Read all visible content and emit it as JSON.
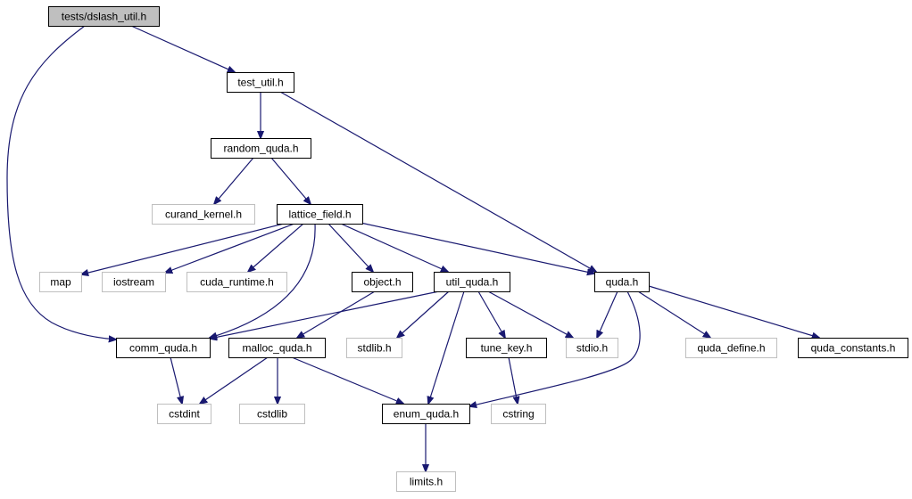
{
  "nodes": [
    {
      "id": "dslash_util",
      "label": "tests/dslash_util.h",
      "style": "root"
    },
    {
      "id": "test_util",
      "label": "test_util.h",
      "style": "normal"
    },
    {
      "id": "random_quda",
      "label": "random_quda.h",
      "style": "normal"
    },
    {
      "id": "curand_kernel",
      "label": "curand_kernel.h",
      "style": "external"
    },
    {
      "id": "lattice_field",
      "label": "lattice_field.h",
      "style": "normal"
    },
    {
      "id": "map",
      "label": "map",
      "style": "external"
    },
    {
      "id": "iostream",
      "label": "iostream",
      "style": "external"
    },
    {
      "id": "cuda_runtime",
      "label": "cuda_runtime.h",
      "style": "external"
    },
    {
      "id": "object",
      "label": "object.h",
      "style": "normal"
    },
    {
      "id": "util_quda",
      "label": "util_quda.h",
      "style": "normal"
    },
    {
      "id": "quda",
      "label": "quda.h",
      "style": "normal"
    },
    {
      "id": "comm_quda",
      "label": "comm_quda.h",
      "style": "normal"
    },
    {
      "id": "malloc_quda",
      "label": "malloc_quda.h",
      "style": "normal"
    },
    {
      "id": "stdlib",
      "label": "stdlib.h",
      "style": "external"
    },
    {
      "id": "tune_key",
      "label": "tune_key.h",
      "style": "normal"
    },
    {
      "id": "stdio",
      "label": "stdio.h",
      "style": "external"
    },
    {
      "id": "quda_define",
      "label": "quda_define.h",
      "style": "external"
    },
    {
      "id": "quda_constants",
      "label": "quda_constants.h",
      "style": "normal"
    },
    {
      "id": "cstdint",
      "label": "cstdint",
      "style": "external"
    },
    {
      "id": "cstdlib",
      "label": "cstdlib",
      "style": "external"
    },
    {
      "id": "enum_quda",
      "label": "enum_quda.h",
      "style": "normal"
    },
    {
      "id": "cstring",
      "label": "cstring",
      "style": "external"
    },
    {
      "id": "limits",
      "label": "limits.h",
      "style": "external"
    }
  ],
  "edges": [
    {
      "from": "dslash_util",
      "to": "test_util"
    },
    {
      "from": "dslash_util",
      "to": "comm_quda"
    },
    {
      "from": "test_util",
      "to": "random_quda"
    },
    {
      "from": "test_util",
      "to": "quda"
    },
    {
      "from": "random_quda",
      "to": "curand_kernel"
    },
    {
      "from": "random_quda",
      "to": "lattice_field"
    },
    {
      "from": "lattice_field",
      "to": "map"
    },
    {
      "from": "lattice_field",
      "to": "iostream"
    },
    {
      "from": "lattice_field",
      "to": "cuda_runtime"
    },
    {
      "from": "lattice_field",
      "to": "object"
    },
    {
      "from": "lattice_field",
      "to": "util_quda"
    },
    {
      "from": "lattice_field",
      "to": "quda"
    },
    {
      "from": "lattice_field",
      "to": "comm_quda"
    },
    {
      "from": "object",
      "to": "malloc_quda"
    },
    {
      "from": "util_quda",
      "to": "comm_quda"
    },
    {
      "from": "util_quda",
      "to": "stdlib"
    },
    {
      "from": "util_quda",
      "to": "enum_quda"
    },
    {
      "from": "util_quda",
      "to": "tune_key"
    },
    {
      "from": "util_quda",
      "to": "stdio"
    },
    {
      "from": "quda",
      "to": "stdio"
    },
    {
      "from": "quda",
      "to": "enum_quda"
    },
    {
      "from": "quda",
      "to": "quda_define"
    },
    {
      "from": "quda",
      "to": "quda_constants"
    },
    {
      "from": "comm_quda",
      "to": "cstdint"
    },
    {
      "from": "malloc_quda",
      "to": "cstdint"
    },
    {
      "from": "malloc_quda",
      "to": "cstdlib"
    },
    {
      "from": "malloc_quda",
      "to": "enum_quda"
    },
    {
      "from": "tune_key",
      "to": "cstring"
    },
    {
      "from": "enum_quda",
      "to": "limits"
    }
  ],
  "colors": {
    "edge": "#191970",
    "normal_border": "#000000",
    "external_border": "#bfbfbf",
    "root_fill": "#bfbfbf",
    "node_fill": "#ffffff"
  }
}
